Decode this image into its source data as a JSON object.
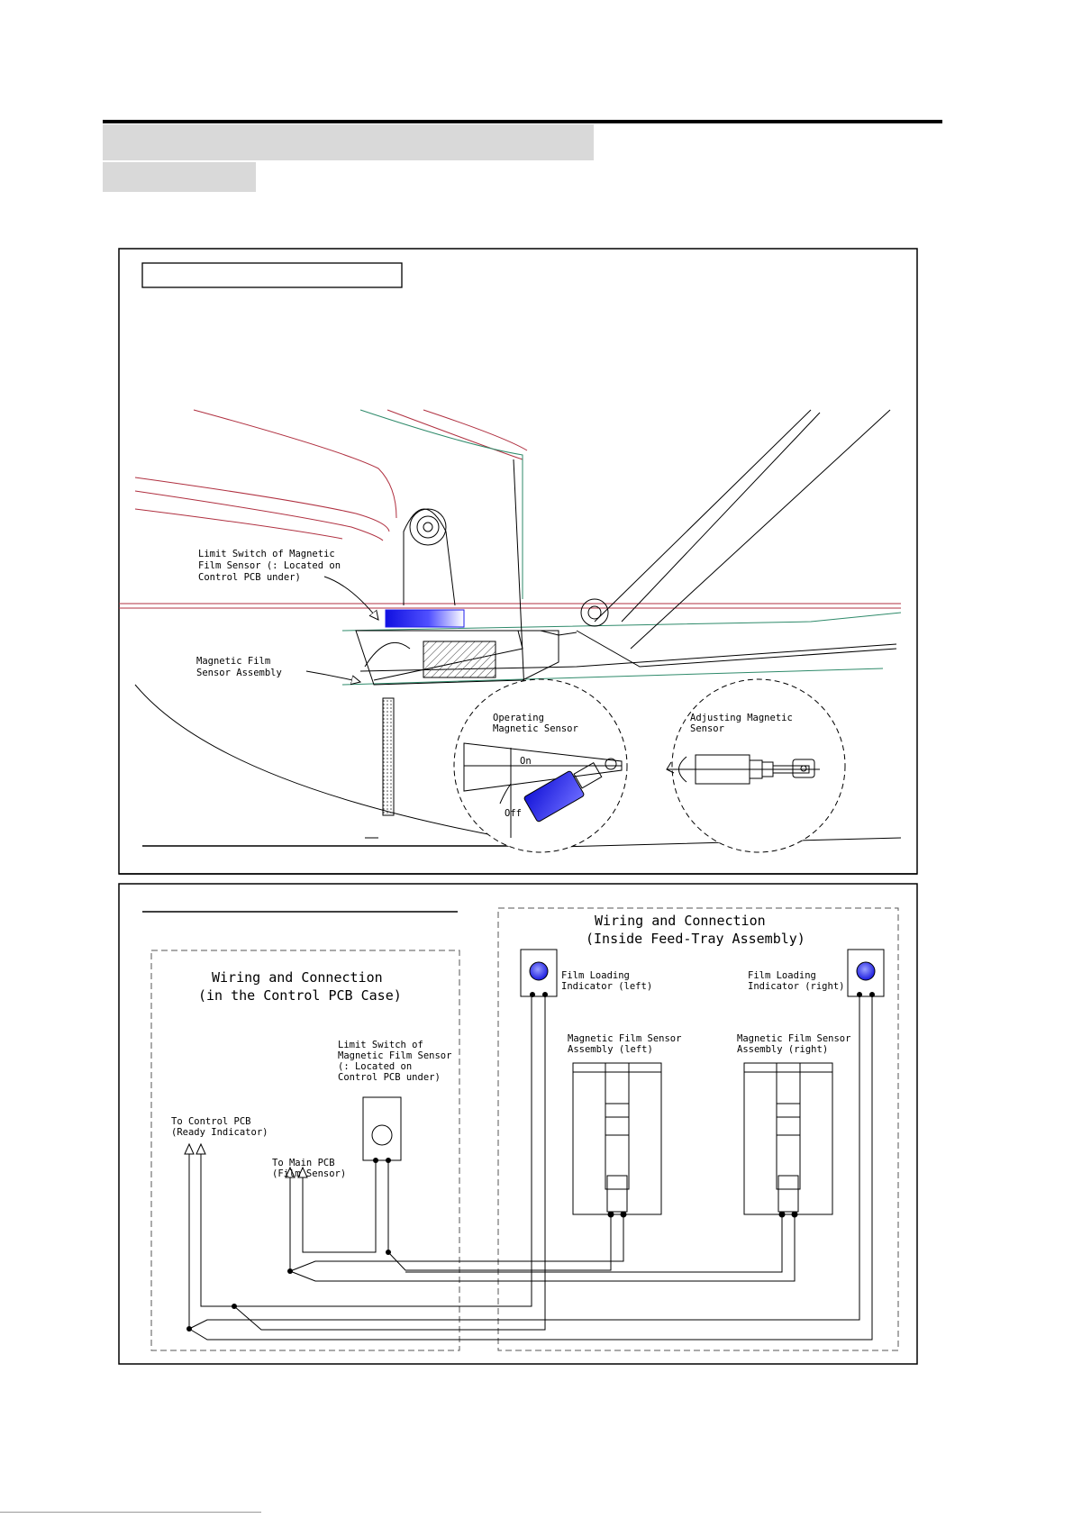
{
  "labels": {
    "limit_switch_upper": [
      "Limit Switch of  Magnetic",
      "Film Sensor (: Located on",
      "Control PCB under)"
    ],
    "sensor_assembly": [
      "Magnetic Film",
      "Sensor Assembly"
    ],
    "operating_sensor": [
      "Operating",
      "Magnetic Sensor"
    ],
    "on": "On",
    "off": "Off",
    "adjusting_sensor": [
      "Adjusting Magnetic",
      "Sensor"
    ],
    "wiring_pcb_case": [
      "Wiring and Connection",
      "(in the Control PCB Case)"
    ],
    "wiring_feed_tray": [
      "Wiring and Connection",
      "(Inside Feed-Tray Assembly)"
    ],
    "limit_switch_lower": [
      "Limit Switch of",
      "Magnetic Film Sensor",
      "(: Located on",
      "Control PCB under)"
    ],
    "to_control_pcb": [
      "To Control PCB",
      "(Ready Indicator)"
    ],
    "to_main_pcb": [
      "To Main PCB",
      "(Film Sensor)"
    ],
    "indicator_left": [
      "Film Loading",
      "Indicator (left)"
    ],
    "indicator_right": [
      "Film Loading",
      "Indicator (right)"
    ],
    "sensor_left": [
      "Magnetic Film Sensor",
      "Assembly (left)"
    ],
    "sensor_right": [
      "Magnetic Film Sensor",
      "Assembly (right)"
    ]
  },
  "colors": {
    "sensor_blue": "#1a1aee",
    "indicator_blue": "#2a2aff",
    "red_line": "#b03040",
    "green_line": "#2e8a6a"
  }
}
